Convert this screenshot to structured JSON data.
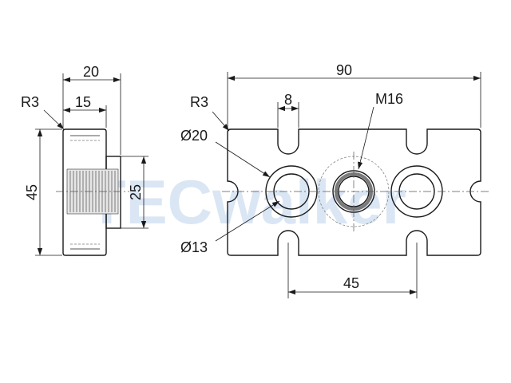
{
  "watermark": "TECwalker",
  "side_view": {
    "dim_width_total": "20",
    "dim_width_flange": "15",
    "dim_radius": "R3",
    "dim_height": "45",
    "dim_thread_height": "25"
  },
  "front_view": {
    "dim_length": "90",
    "dim_radius": "R3",
    "dim_slot": "8",
    "dim_thread": "M16",
    "dim_outer_dia": "Ø20",
    "dim_inner_dia": "Ø13",
    "dim_spacing": "45"
  }
}
